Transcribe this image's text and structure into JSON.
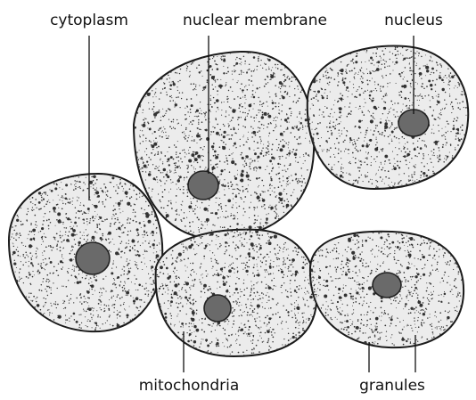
{
  "labels": {
    "cytoplasm": "cytoplasm",
    "nuclear_membrane": "nuclear membrane",
    "nucleus": "nucleus",
    "mitochondria": "mitochondria",
    "granules": "granules"
  },
  "colors": {
    "cell_fill": "#ececec",
    "outline": "#1a1a1a",
    "nucleus_fill": "#6a6a6a",
    "stipple": "#333333"
  }
}
